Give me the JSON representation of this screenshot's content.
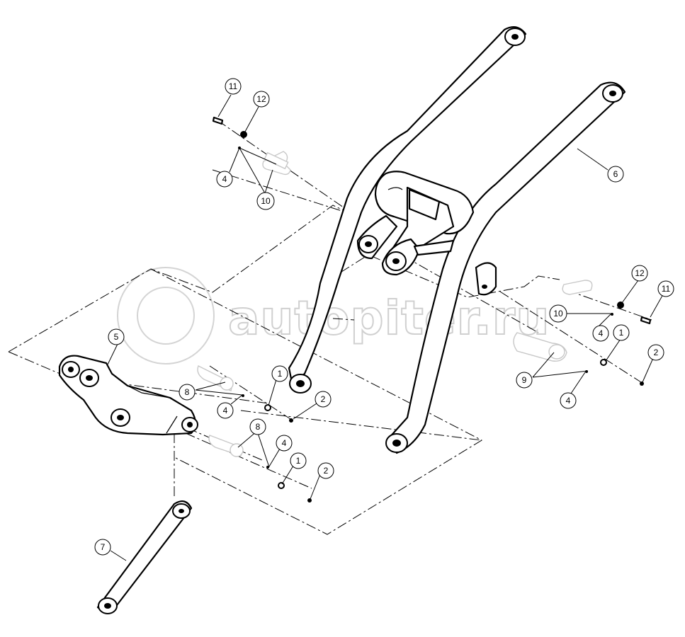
{
  "watermark": {
    "text": "autopiter.ru"
  },
  "callouts": [
    {
      "label": "11"
    },
    {
      "label": "12"
    },
    {
      "label": "4"
    },
    {
      "label": "10"
    },
    {
      "label": "6"
    },
    {
      "label": "12"
    },
    {
      "label": "11"
    },
    {
      "label": "10"
    },
    {
      "label": "4"
    },
    {
      "label": "1"
    },
    {
      "label": "2"
    },
    {
      "label": "9"
    },
    {
      "label": "4"
    },
    {
      "label": "5"
    },
    {
      "label": "8"
    },
    {
      "label": "4"
    },
    {
      "label": "1"
    },
    {
      "label": "2"
    },
    {
      "label": "8"
    },
    {
      "label": "4"
    },
    {
      "label": "1"
    },
    {
      "label": "2"
    },
    {
      "label": "7"
    }
  ]
}
